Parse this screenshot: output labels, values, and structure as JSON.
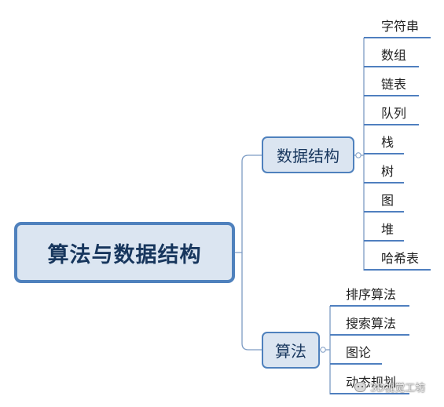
{
  "root": {
    "label": "算法与数据结构"
  },
  "branches": [
    {
      "label": "数据结构",
      "children": [
        "字符串",
        "数组",
        "链表",
        "队列",
        "栈",
        "树",
        "图",
        "堆",
        "哈希表"
      ]
    },
    {
      "label": "算法",
      "children": [
        "排序算法",
        "搜索算法",
        "图论",
        "动态规划"
      ]
    }
  ],
  "watermark": {
    "text": "3D视觉工坊"
  },
  "colors": {
    "node_fill": "#dbe5f1",
    "node_border": "#4f81bd",
    "node_text": "#17365d",
    "connector": "#7d9cc4",
    "underline": "#4f7fbf"
  }
}
